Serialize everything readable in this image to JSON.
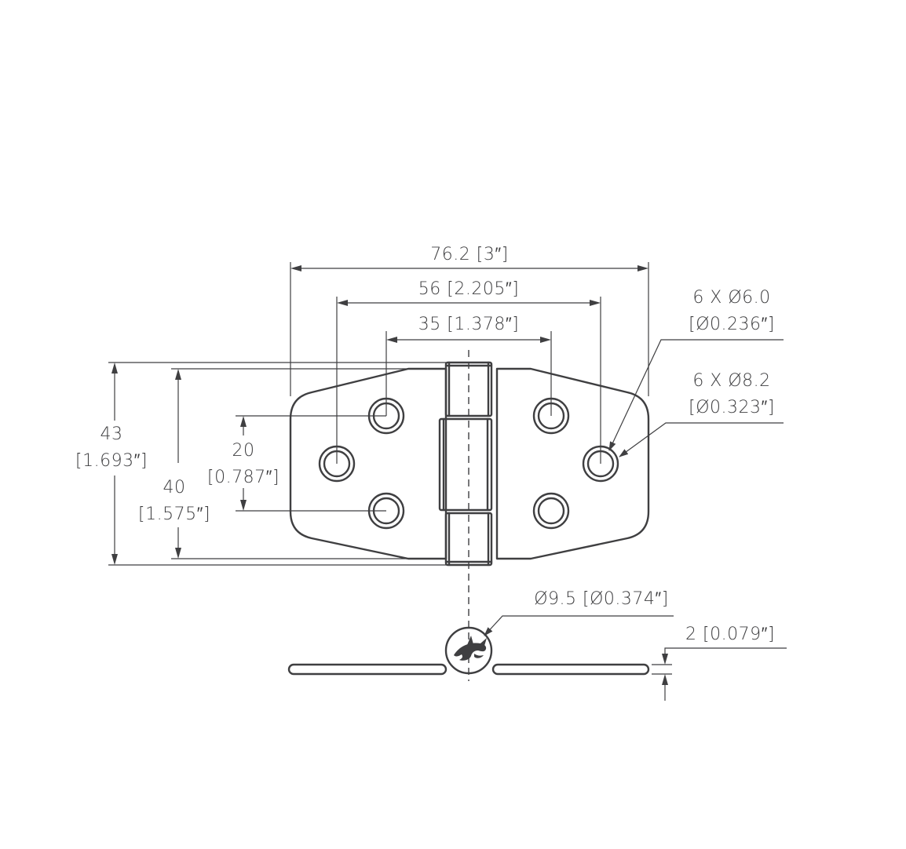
{
  "dimensions": {
    "overall_length": "76.2 [3″]",
    "outer_hole_spacing": "56 [2.205″]",
    "inner_hole_spacing": "35 [1.378″]",
    "hole_count_small": "6 X Ø6.0",
    "hole_small_inch": "[Ø0.236″]",
    "hole_count_large": "6 X Ø8.2",
    "hole_large_inch": "[Ø0.323″]",
    "overall_height_mm": "43",
    "overall_height_inch": "[1.693″]",
    "leaf_height_mm": "40",
    "leaf_height_inch": "[1.575″]",
    "hole_vertical_mm": "20",
    "hole_vertical_inch": "[0.787″]",
    "pin_diameter": "Ø9.5 [Ø0.374″]",
    "thickness": "2 [0.079″]"
  },
  "colors": {
    "line": "#3f3f41",
    "background": "#ffffff"
  },
  "logo_icon": "orca-whale-icon"
}
